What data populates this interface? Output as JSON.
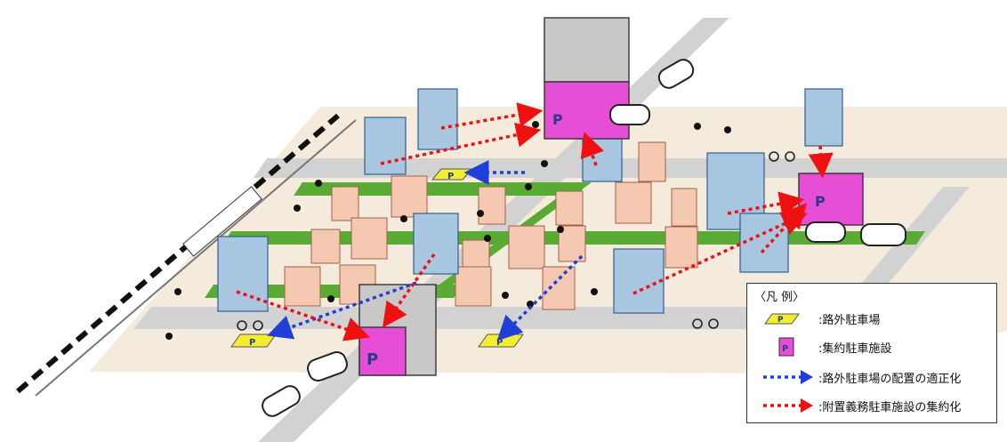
{
  "diagram": {
    "parking_mark": "P"
  },
  "legend": {
    "title": "〈凡 例〉",
    "items": [
      {
        "label": ":路外駐車場"
      },
      {
        "label": ":集約駐車施設"
      },
      {
        "label": ":路外駐車場の配置の適正化"
      },
      {
        "label": ":附置義務駐車施設の集約化"
      }
    ]
  },
  "colors": {
    "road": "#d4d4d4",
    "ground": "#f5ebdc",
    "green_path": "#5aab33",
    "building_blue": "#a9c6e0",
    "building_pink": "#f5c8b2",
    "parking_magenta": "#e64ed6",
    "parking_yellow": "#f3ee2f",
    "arrow_blue": "#1f3fd6",
    "arrow_red": "#ee1111"
  }
}
